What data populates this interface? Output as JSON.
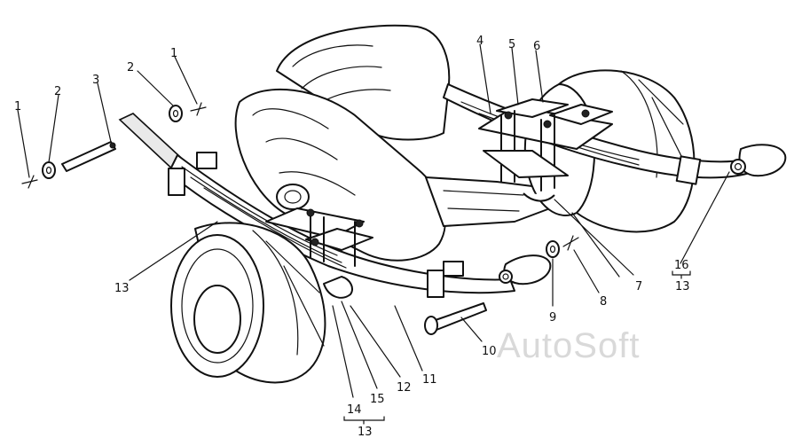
{
  "callouts": {
    "c1a": "1",
    "c1b": "1",
    "c2a": "2",
    "c2b": "2",
    "c3": "3",
    "c4": "4",
    "c5": "5",
    "c6": "6",
    "c7": "7",
    "c8": "8",
    "c9": "9",
    "c10": "10",
    "c11": "11",
    "c12": "12",
    "c13a": "13",
    "c13b": "13",
    "c13c": "13",
    "c14": "14",
    "c15": "15",
    "c16": "16"
  },
  "watermark": "AutoSoft"
}
